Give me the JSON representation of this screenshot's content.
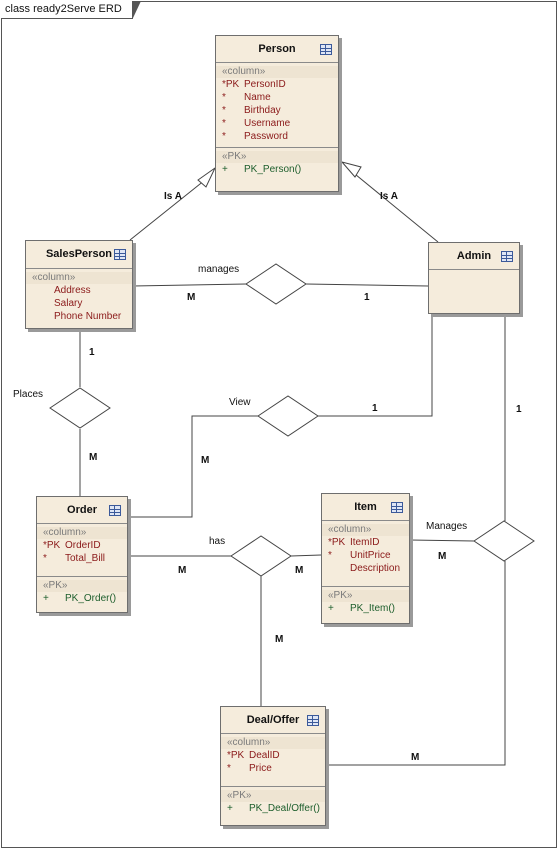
{
  "frame": {
    "title": "class ready2Serve ERD"
  },
  "entities": {
    "person": {
      "name": "Person",
      "column_stereo": "«column»",
      "columns": [
        {
          "mark": "*PK",
          "name": "PersonID"
        },
        {
          "mark": "*",
          "name": "Name"
        },
        {
          "mark": "*",
          "name": "Birthday"
        },
        {
          "mark": "*",
          "name": "Username"
        },
        {
          "mark": "*",
          "name": "Password"
        }
      ],
      "pk_stereo": "«PK»",
      "ops": [
        {
          "mark": "+",
          "name": "PK_Person()"
        }
      ]
    },
    "salesperson": {
      "name": "SalesPerson",
      "column_stereo": "«column»",
      "columns": [
        {
          "mark": "",
          "name": "Address"
        },
        {
          "mark": "",
          "name": "Salary"
        },
        {
          "mark": "",
          "name": "Phone Number"
        }
      ]
    },
    "admin": {
      "name": "Admin"
    },
    "order": {
      "name": "Order",
      "column_stereo": "«column»",
      "columns": [
        {
          "mark": "*PK",
          "name": "OrderID"
        },
        {
          "mark": "*",
          "name": "Total_Bill"
        }
      ],
      "pk_stereo": "«PK»",
      "ops": [
        {
          "mark": "+",
          "name": "PK_Order()"
        }
      ]
    },
    "item": {
      "name": "Item",
      "column_stereo": "«column»",
      "columns": [
        {
          "mark": "*PK",
          "name": "ItemID"
        },
        {
          "mark": "*",
          "name": "UnitPrice"
        },
        {
          "mark": "",
          "name": "Description"
        }
      ],
      "pk_stereo": "«PK»",
      "ops": [
        {
          "mark": "+",
          "name": "PK_Item()"
        }
      ]
    },
    "deal": {
      "name": "Deal/Offer",
      "column_stereo": "«column»",
      "columns": [
        {
          "mark": "*PK",
          "name": "DealID"
        },
        {
          "mark": "*",
          "name": "Price"
        }
      ],
      "pk_stereo": "«PK»",
      "ops": [
        {
          "mark": "+",
          "name": "PK_Deal/Offer()"
        }
      ]
    }
  },
  "relationships": {
    "manages": "manages",
    "places": "Places",
    "view": "View",
    "has": "has",
    "manages2": "Manages"
  },
  "generalizations": {
    "left": "Is A",
    "right": "Is A"
  },
  "cardinalities": {
    "manages_sp": "M",
    "manages_admin": "1",
    "places_sp": "1",
    "places_order": "M",
    "view_admin": "1",
    "view_order": "M",
    "manages2_admin": "1",
    "manages2_item": "M",
    "manages2_deal": "M",
    "has_order": "M",
    "has_item": "M",
    "has_deal": "M"
  },
  "colors": {
    "entity_fill": "#f5ecdc",
    "column_text": "#8b1a1a",
    "operation_text": "#1d5e2c",
    "stereotype_text": "#7a7a7a"
  }
}
